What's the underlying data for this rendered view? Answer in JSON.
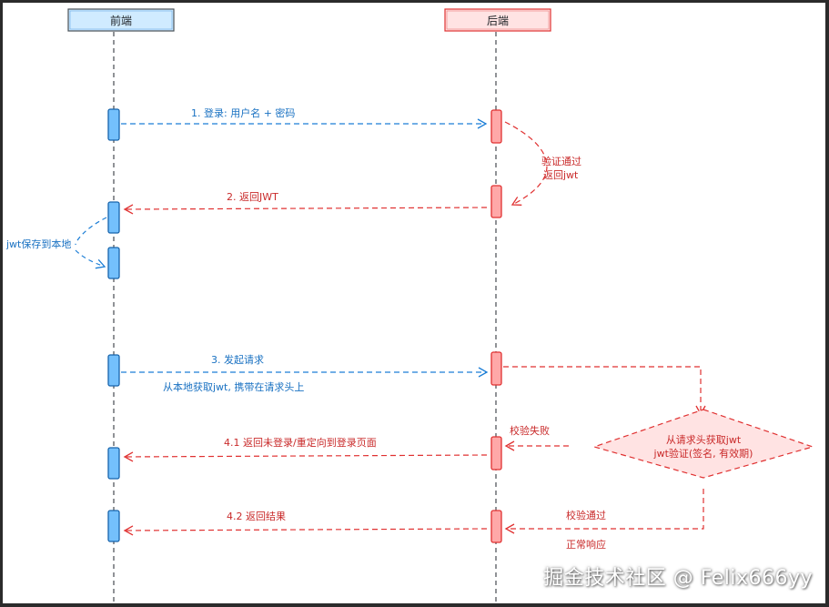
{
  "participants": {
    "frontend": "前端",
    "backend": "后端"
  },
  "messages": {
    "m1": "1. 登录: 用户名 + 密码",
    "verify1": "验证通过",
    "verify2": "返回jwt",
    "m2": "2. 返回JWT",
    "save_local": "jwt保存到本地",
    "m3": "3. 发起请求",
    "m3_sub": "从本地获取jwt, 携带在请求头上",
    "fail": "校验失败",
    "m41": "4.1 返回未登录/重定向到登录页面",
    "decision1": "从请求头获取jwt",
    "decision2": "jwt验证(签名, 有效期)",
    "pass": "校验通过",
    "m42": "4.2 返回结果",
    "normal": "正常响应"
  },
  "watermark": "掘金技术社区 @ Felix666yy",
  "colors": {
    "frontend_fill": "#a5d8ff",
    "frontend_stroke": "#1c7ed6",
    "backend_fill": "#ffc9c9",
    "backend_stroke": "#e03131",
    "blue_text": "#1971c2",
    "red_text": "#c92a2a"
  }
}
